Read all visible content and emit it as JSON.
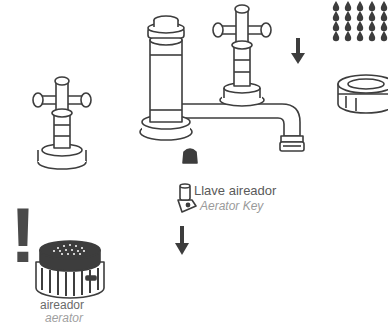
{
  "diagram": {
    "labels": [
      "!",
      "Llave aireador",
      "Aerator Key",
      "aireador",
      "aerator"
    ]
  }
}
